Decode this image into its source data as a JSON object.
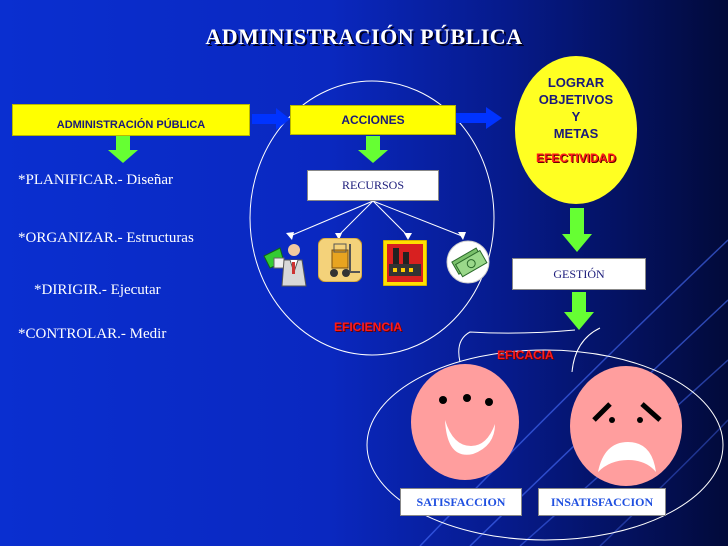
{
  "title": "ADMINISTRACIÓN PÚBLICA",
  "nodes": {
    "admin": "ADMINISTRACIÓN PÚBLICA",
    "acciones": "ACCIONES",
    "recursos": "RECURSOS",
    "gestion": "GESTIÓN",
    "goal_lines": [
      "LOGRAR",
      "OBJETIVOS",
      "Y",
      "METAS"
    ],
    "efectividad": "EFECTIVIDAD"
  },
  "functions": [
    "*PLANIFICAR.- Diseñar",
    "*ORGANIZAR.- Estructuras",
    "*DIRIGIR.- Ejecutar",
    "*CONTROLAR.- Medir"
  ],
  "labels": {
    "eficiencia": "EFICIENCIA",
    "eficacia": "EFICACIA"
  },
  "outcomes": {
    "satisfaccion": "SATISFACCION",
    "insatisfaccion": "INSATISFACCION"
  },
  "colors": {
    "arrow_green": "#66ff33",
    "box_yellow": "#ffff00",
    "face_pink": "#ff9e9e",
    "label_red": "#ff1a1a"
  },
  "icons": [
    "businessman-icon",
    "forklift-icon",
    "factory-icon",
    "money-icon"
  ]
}
